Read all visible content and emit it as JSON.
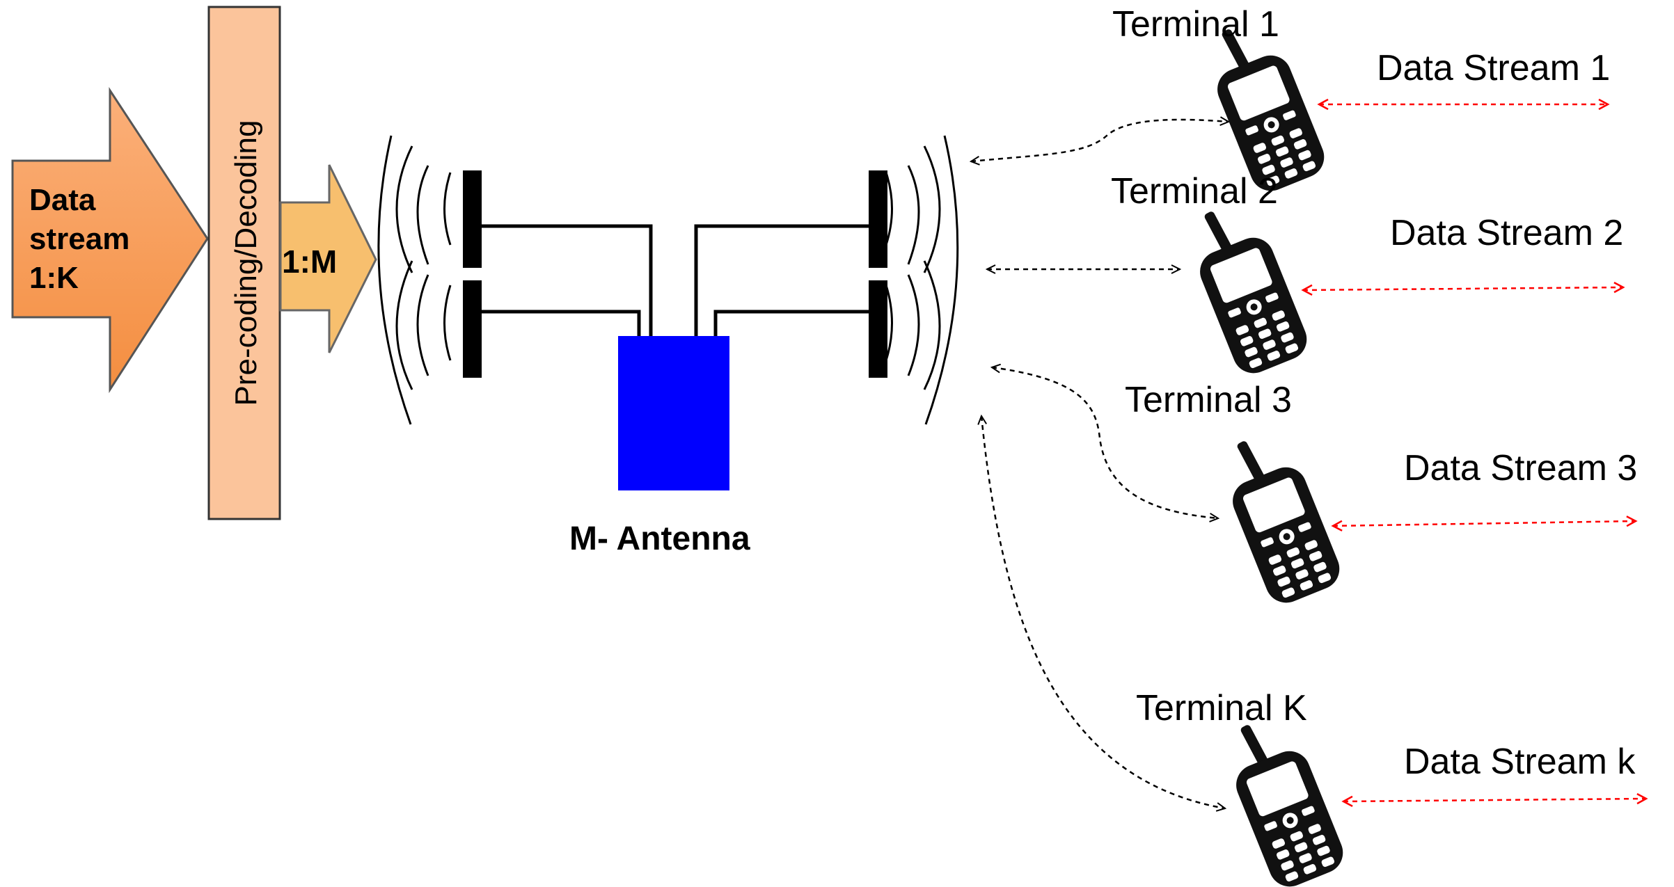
{
  "input_arrow": {
    "line1": "Data",
    "line2": "stream",
    "line3": "1:K"
  },
  "precoding": {
    "label": "Pre-coding/Decoding"
  },
  "mapping_arrow": {
    "label": "1:M"
  },
  "antenna": {
    "label": "M- Antenna"
  },
  "terminals": [
    {
      "name": "Terminal 1",
      "stream": "Data Stream 1"
    },
    {
      "name": "Terminal 2",
      "stream": "Data Stream 2"
    },
    {
      "name": "Terminal 3",
      "stream": "Data Stream 3"
    },
    {
      "name": "Terminal K",
      "stream": "Data Stream k"
    }
  ],
  "colors": {
    "input_arrow": "#f9a25f",
    "precoding_box": "#fbc49b",
    "mapping_arrow": "#f7bf6e",
    "base_station": "#0000ff",
    "stream_link": "#ff0000",
    "radio_link": "#000000"
  }
}
